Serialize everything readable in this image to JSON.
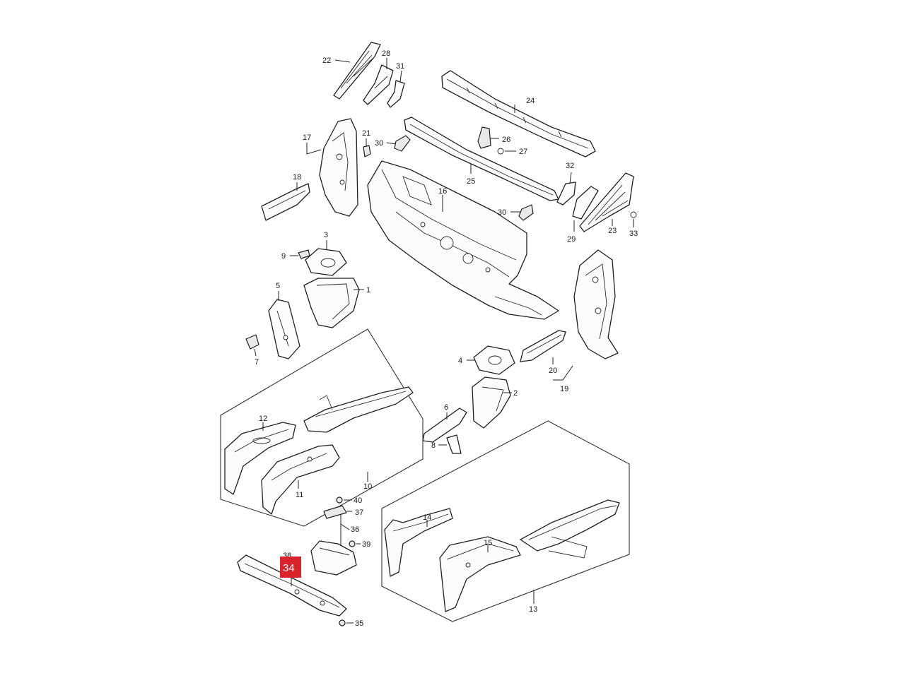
{
  "callouts": {
    "c1": "1",
    "c2": "2",
    "c3": "3",
    "c4": "4",
    "c5": "5",
    "c6": "6",
    "c7": "7",
    "c8": "8",
    "c9": "9",
    "c10": "10",
    "c11": "11",
    "c12": "12",
    "c13": "13",
    "c14": "14",
    "c15": "15",
    "c16": "16",
    "c17": "17",
    "c18": "18",
    "c19": "19",
    "c20": "20",
    "c21": "21",
    "c22": "22",
    "c23": "23",
    "c24": "24",
    "c25": "25",
    "c26": "26",
    "c27": "27",
    "c28": "28",
    "c29": "29",
    "c30a": "30",
    "c30b": "30",
    "c31": "31",
    "c32": "32",
    "c33": "33",
    "c34": "34",
    "c35": "35",
    "c36": "36",
    "c37": "37",
    "c38": "38",
    "c39": "39",
    "c40": "40"
  },
  "highlight": {
    "part_number": "34",
    "color": "#d8222c"
  }
}
